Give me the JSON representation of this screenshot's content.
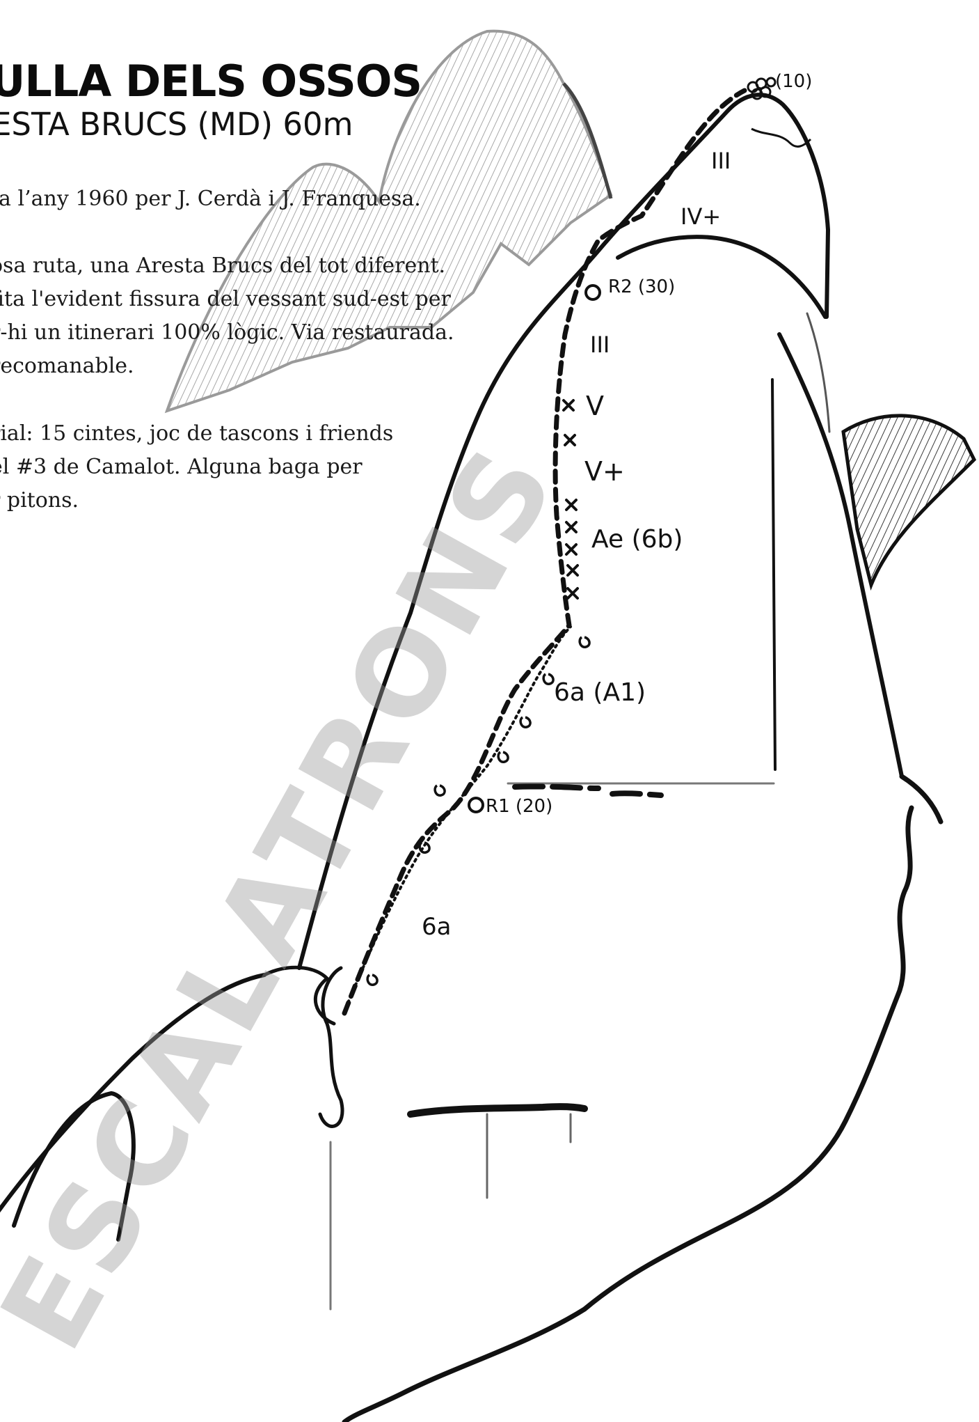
{
  "header": {
    "title": "ULLA DELS OSSOS",
    "subtitle": "ESTA BRUCS (MD) 60m"
  },
  "description": {
    "opening_lines": [
      "ta l’any 1960 per J. Cerdà i J. Franquesa."
    ],
    "route_lines": [
      "osa ruta, una Aresta Brucs del tot diferent.",
      "fita l'evident fissura del vessant sud-est per",
      "r-hi un itinerari 100% lògic. Via restaurada.",
      "recomanable."
    ],
    "material_lines": [
      "rial: 15 cintes, joc de tascons i friends",
      "el #3 de Camalot. Alguna baga per",
      "r pitons."
    ]
  },
  "topo": {
    "summit_anchor": "(10)",
    "grades": {
      "pitch3_upper": "III",
      "pitch3_lower": "IV+",
      "pitch2_upper": "III",
      "pitch2_v": "V",
      "pitch2_vplus": "V+",
      "pitch2_aid": "Ae (6b)",
      "pitch1_upper": "6a (A1)",
      "pitch1_lower": "6a"
    },
    "belays": {
      "r2": "R2 (30)",
      "r1": "R1 (20)"
    },
    "ink_color": "#111111"
  },
  "watermark": {
    "text": "ESCALATRONS",
    "color": "#9a9a9a"
  }
}
